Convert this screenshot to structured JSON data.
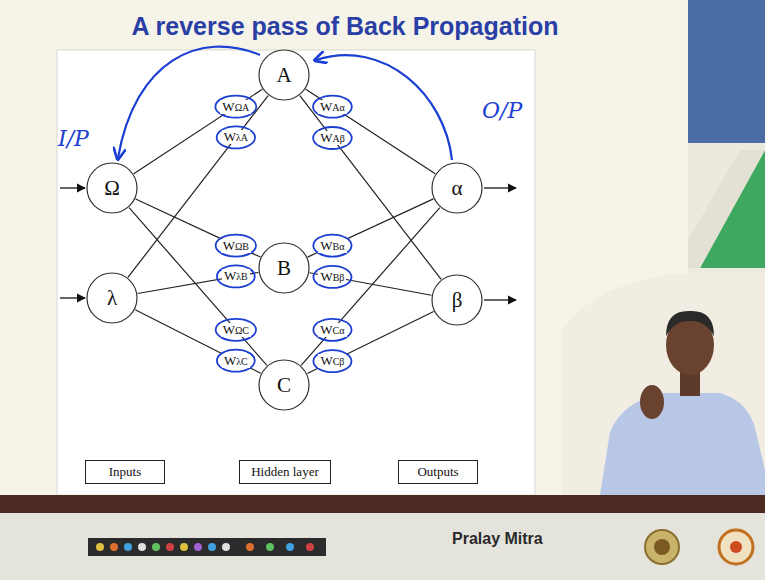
{
  "diagram": {
    "title": "A reverse pass of Back Propagation",
    "nodes": [
      {
        "text": [
          "Ω"
        ]
      },
      {
        "text": [
          "λ"
        ]
      },
      {
        "text": [
          "A"
        ]
      },
      {
        "text": [
          "B"
        ]
      },
      {
        "text": [
          "C"
        ]
      },
      {
        "text": [
          "α"
        ]
      },
      {
        "text": [
          "β"
        ]
      },
      {
        "text": [
          "Inputs"
        ]
      },
      {
        "text": [
          "Hidden layer"
        ]
      },
      {
        "text": [
          "Outputs"
        ]
      }
    ],
    "edges": [
      {
        "from": 0,
        "to": 2,
        "arrow": "none",
        "label": "WΩA"
      },
      {
        "from": 1,
        "to": 2,
        "arrow": "none",
        "label": "WλA"
      },
      {
        "from": 0,
        "to": 3,
        "arrow": "none",
        "label": "WΩB"
      },
      {
        "from": 1,
        "to": 3,
        "arrow": "none",
        "label": "WλB"
      },
      {
        "from": 0,
        "to": 4,
        "arrow": "none",
        "label": "WΩC"
      },
      {
        "from": 1,
        "to": 4,
        "arrow": "none",
        "label": "WλC"
      },
      {
        "from": 2,
        "to": 5,
        "arrow": "none",
        "label": "WAα"
      },
      {
        "from": 2,
        "to": 6,
        "arrow": "none",
        "label": "WAβ"
      },
      {
        "from": 3,
        "to": 5,
        "arrow": "none",
        "label": "WBα"
      },
      {
        "from": 3,
        "to": 6,
        "arrow": "none",
        "label": "WBβ"
      },
      {
        "from": 4,
        "to": 5,
        "arrow": "none",
        "label": "WCα"
      },
      {
        "from": 4,
        "to": 6,
        "arrow": "none",
        "label": "WCβ"
      }
    ],
    "labels": [
      "I/P",
      "O/P",
      "Pralay Mitra"
    ]
  }
}
